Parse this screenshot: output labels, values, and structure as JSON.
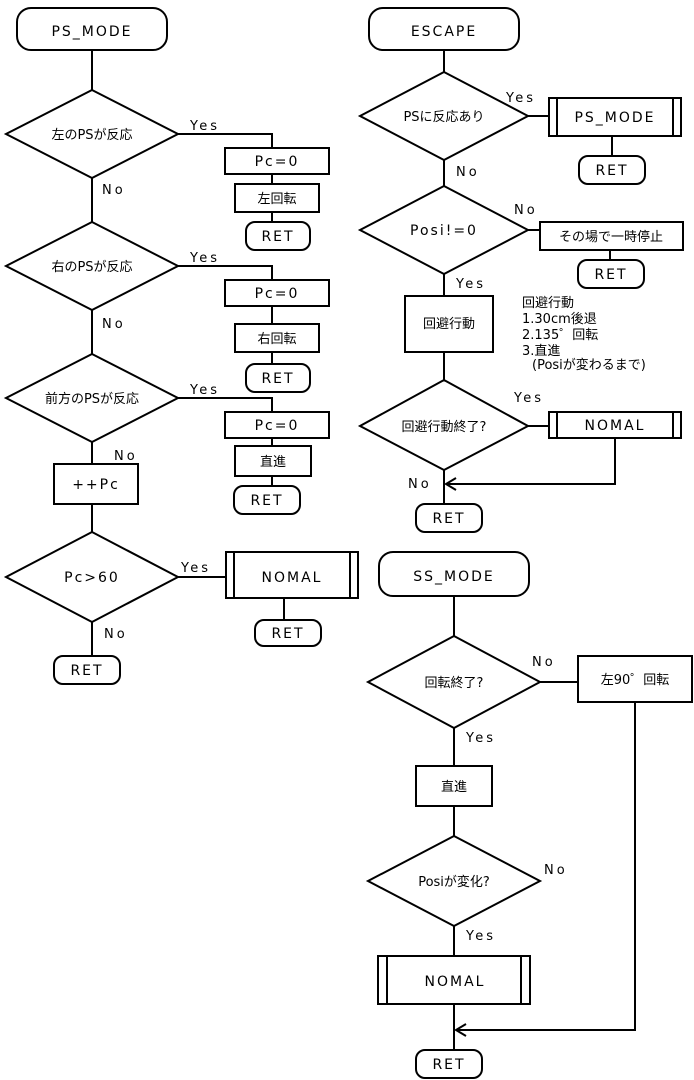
{
  "ps_mode": {
    "title": "PS_MODE",
    "cond_left": "左のPSが反応",
    "cond_right": "右のPSが反応",
    "cond_front": "前方のPSが反応",
    "cond_pc": "Pc>60",
    "pc_reset": "Pc=0",
    "turn_left": "左回転",
    "turn_right": "右回転",
    "straight": "直進",
    "increment": "++Pc",
    "nomal": "NOMAL",
    "ret": "RET"
  },
  "escape": {
    "title": "ESCAPE",
    "cond_ps": "PSに反応あり",
    "cond_posi": "Posi!=0",
    "ps_mode_call": "PS_MODE",
    "stop_here": "その場で一時停止",
    "avoid": "回避行動",
    "cond_avoid_done": "回避行動終了?",
    "nomal": "NOMAL",
    "ret": "RET",
    "note": {
      "title": "回避行動",
      "line1": "1.30cm後退",
      "line2": "2.135゜回転",
      "line3": "3.直進",
      "line4": "(Posiが変わるまで)"
    }
  },
  "ss_mode": {
    "title": "SS_MODE",
    "cond_turn_done": "回転終了?",
    "turn_left_90": "左90゜回転",
    "straight": "直進",
    "cond_posi_changed": "Posiが変化?",
    "nomal": "NOMAL",
    "ret": "RET"
  },
  "labels": {
    "yes": "Yes",
    "no": "No"
  }
}
